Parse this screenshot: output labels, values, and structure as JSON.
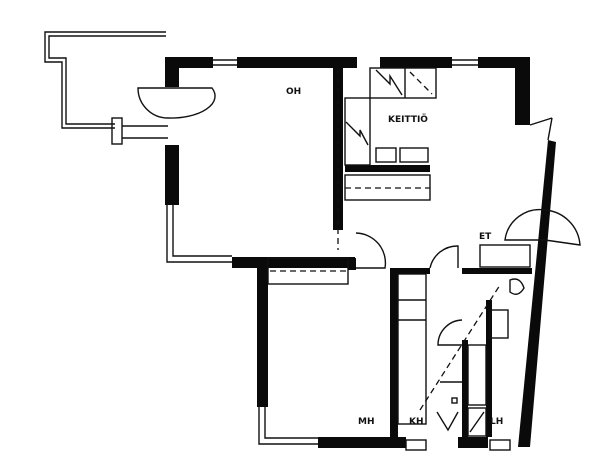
{
  "plan": {
    "rooms": {
      "living_room": "OH",
      "kitchen": "KEITTIÖ",
      "entry": "ET",
      "bedroom": "MH",
      "bathroom": "KH",
      "sauna": "LH"
    }
  }
}
